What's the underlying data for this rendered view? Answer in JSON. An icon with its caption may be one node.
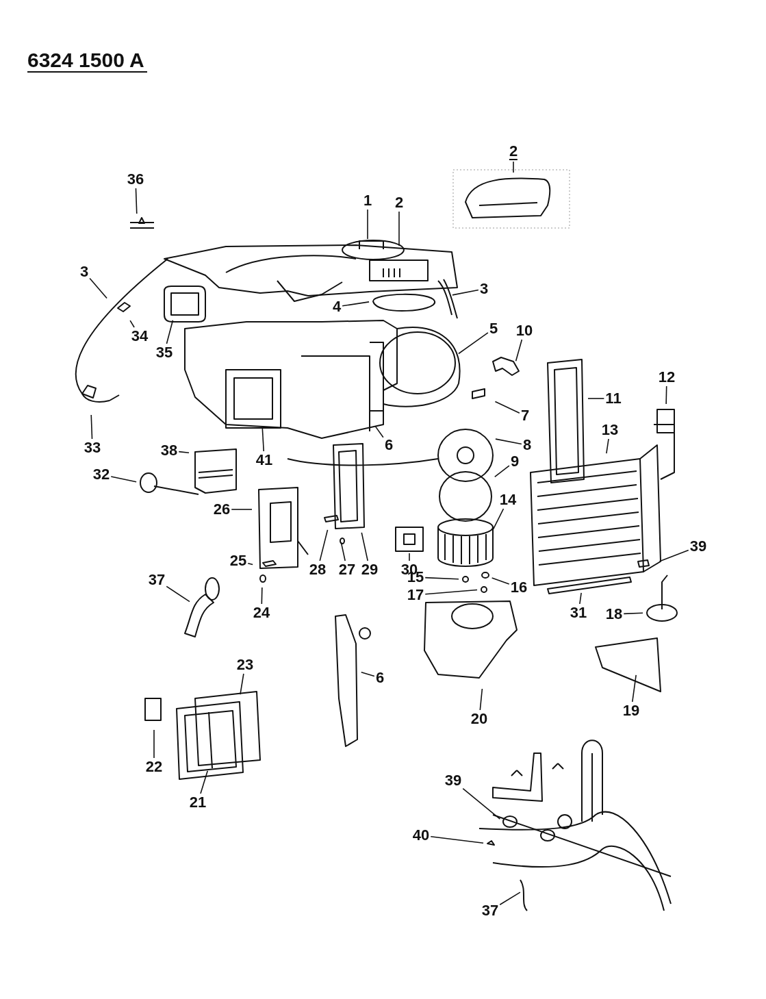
{
  "diagram": {
    "title": "6324 1500 A",
    "nodes": [
      {
        "text": [
          "2"
        ]
      },
      {
        "text": [
          "36"
        ]
      },
      {
        "text": [
          "1"
        ]
      },
      {
        "text": [
          "2"
        ]
      },
      {
        "text": [
          "3"
        ]
      },
      {
        "text": [
          "4"
        ]
      },
      {
        "text": [
          "3"
        ]
      },
      {
        "text": [
          "34"
        ]
      },
      {
        "text": [
          "35"
        ]
      },
      {
        "text": [
          "5"
        ]
      },
      {
        "text": [
          "10"
        ]
      },
      {
        "text": [
          "33"
        ]
      },
      {
        "text": [
          "6"
        ]
      },
      {
        "text": [
          "7"
        ]
      },
      {
        "text": [
          "11"
        ]
      },
      {
        "text": [
          "12"
        ]
      },
      {
        "text": [
          "8"
        ]
      },
      {
        "text": [
          "38"
        ]
      },
      {
        "text": [
          "41"
        ]
      },
      {
        "text": [
          "13"
        ]
      },
      {
        "text": [
          "9"
        ]
      },
      {
        "text": [
          "32"
        ]
      },
      {
        "text": [
          "14"
        ]
      },
      {
        "text": [
          "26"
        ]
      },
      {
        "text": [
          "29"
        ]
      },
      {
        "text": [
          "30"
        ]
      },
      {
        "text": [
          "28"
        ]
      },
      {
        "text": [
          "27"
        ]
      },
      {
        "text": [
          "25"
        ]
      },
      {
        "text": [
          "39"
        ]
      },
      {
        "text": [
          "15"
        ]
      },
      {
        "text": [
          "16"
        ]
      },
      {
        "text": [
          "17"
        ]
      },
      {
        "text": [
          "24"
        ]
      },
      {
        "text": [
          "37"
        ]
      },
      {
        "text": [
          "31"
        ]
      },
      {
        "text": [
          "18"
        ]
      },
      {
        "text": [
          "6"
        ]
      },
      {
        "text": [
          "20"
        ]
      },
      {
        "text": [
          "19"
        ]
      },
      {
        "text": [
          "23"
        ]
      },
      {
        "text": [
          "22"
        ]
      },
      {
        "text": [
          "21"
        ]
      },
      {
        "text": [
          "39"
        ]
      },
      {
        "text": [
          "40"
        ]
      },
      {
        "text": [
          "37"
        ]
      }
    ],
    "edges": [
      {
        "from": 0,
        "to": null,
        "arrow": "none"
      },
      {
        "from": 1,
        "to": null,
        "arrow": "none"
      },
      {
        "from": 2,
        "to": null,
        "arrow": "none"
      },
      {
        "from": 3,
        "to": null,
        "arrow": "none"
      },
      {
        "from": 4,
        "to": null,
        "arrow": "none"
      },
      {
        "from": 5,
        "to": null,
        "arrow": "none"
      },
      {
        "from": 6,
        "to": null,
        "arrow": "none"
      },
      {
        "from": 7,
        "to": null,
        "arrow": "none"
      },
      {
        "from": 8,
        "to": null,
        "arrow": "none"
      },
      {
        "from": 9,
        "to": null,
        "arrow": "none"
      },
      {
        "from": 10,
        "to": null,
        "arrow": "none"
      },
      {
        "from": 11,
        "to": null,
        "arrow": "none"
      },
      {
        "from": 12,
        "to": null,
        "arrow": "none"
      },
      {
        "from": 13,
        "to": null,
        "arrow": "none"
      },
      {
        "from": 14,
        "to": null,
        "arrow": "none"
      },
      {
        "from": 15,
        "to": null,
        "arrow": "none"
      },
      {
        "from": 16,
        "to": null,
        "arrow": "none"
      },
      {
        "from": 17,
        "to": null,
        "arrow": "none"
      },
      {
        "from": 18,
        "to": null,
        "arrow": "none"
      },
      {
        "from": 19,
        "to": null,
        "arrow": "none"
      },
      {
        "from": 20,
        "to": null,
        "arrow": "none"
      },
      {
        "from": 21,
        "to": null,
        "arrow": "none"
      },
      {
        "from": 22,
        "to": null,
        "arrow": "none"
      },
      {
        "from": 23,
        "to": null,
        "arrow": "none"
      },
      {
        "from": 24,
        "to": null,
        "arrow": "none"
      },
      {
        "from": 25,
        "to": null,
        "arrow": "none"
      },
      {
        "from": 26,
        "to": null,
        "arrow": "none"
      },
      {
        "from": 27,
        "to": null,
        "arrow": "none"
      },
      {
        "from": 28,
        "to": null,
        "arrow": "none"
      },
      {
        "from": 29,
        "to": null,
        "arrow": "none"
      },
      {
        "from": 30,
        "to": null,
        "arrow": "none"
      },
      {
        "from": 31,
        "to": null,
        "arrow": "none"
      },
      {
        "from": 32,
        "to": null,
        "arrow": "none"
      },
      {
        "from": 33,
        "to": null,
        "arrow": "none"
      },
      {
        "from": 34,
        "to": null,
        "arrow": "none"
      },
      {
        "from": 35,
        "to": null,
        "arrow": "none"
      },
      {
        "from": 36,
        "to": null,
        "arrow": "none"
      },
      {
        "from": 37,
        "to": null,
        "arrow": "none"
      },
      {
        "from": 38,
        "to": null,
        "arrow": "none"
      },
      {
        "from": 39,
        "to": null,
        "arrow": "none"
      },
      {
        "from": 40,
        "to": null,
        "arrow": "none"
      },
      {
        "from": 41,
        "to": null,
        "arrow": "none"
      },
      {
        "from": 42,
        "to": null,
        "arrow": "none"
      },
      {
        "from": 43,
        "to": null,
        "arrow": "none"
      },
      {
        "from": 44,
        "to": null,
        "arrow": "none"
      },
      {
        "from": 45,
        "to": null,
        "arrow": "none"
      }
    ]
  }
}
